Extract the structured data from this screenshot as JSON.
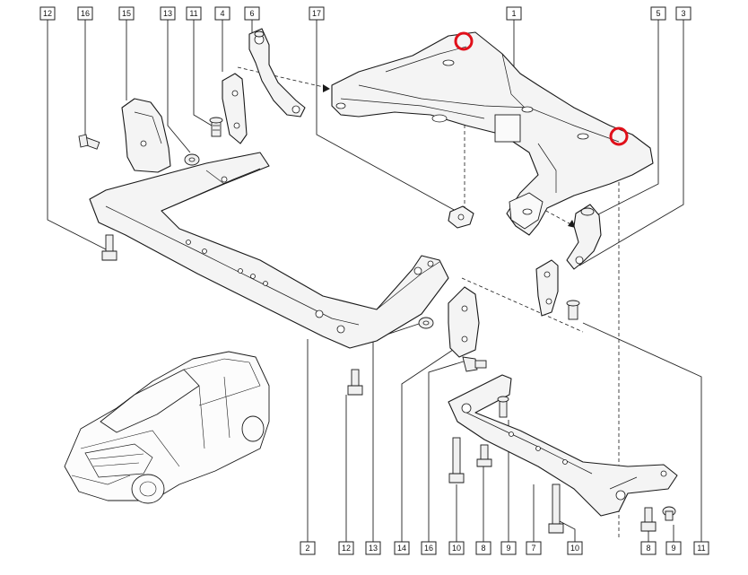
{
  "diagram": {
    "callouts_top": [
      "12",
      "16",
      "15",
      "13",
      "11",
      "4",
      "6",
      "17",
      "1",
      "5",
      "3"
    ],
    "callouts_bottom": [
      "2",
      "12",
      "13",
      "14",
      "16",
      "10",
      "8",
      "9",
      "7",
      "10",
      "8",
      "9",
      "11"
    ],
    "highlight_color": "#e0101a",
    "line_color": "#1a1a1a"
  }
}
